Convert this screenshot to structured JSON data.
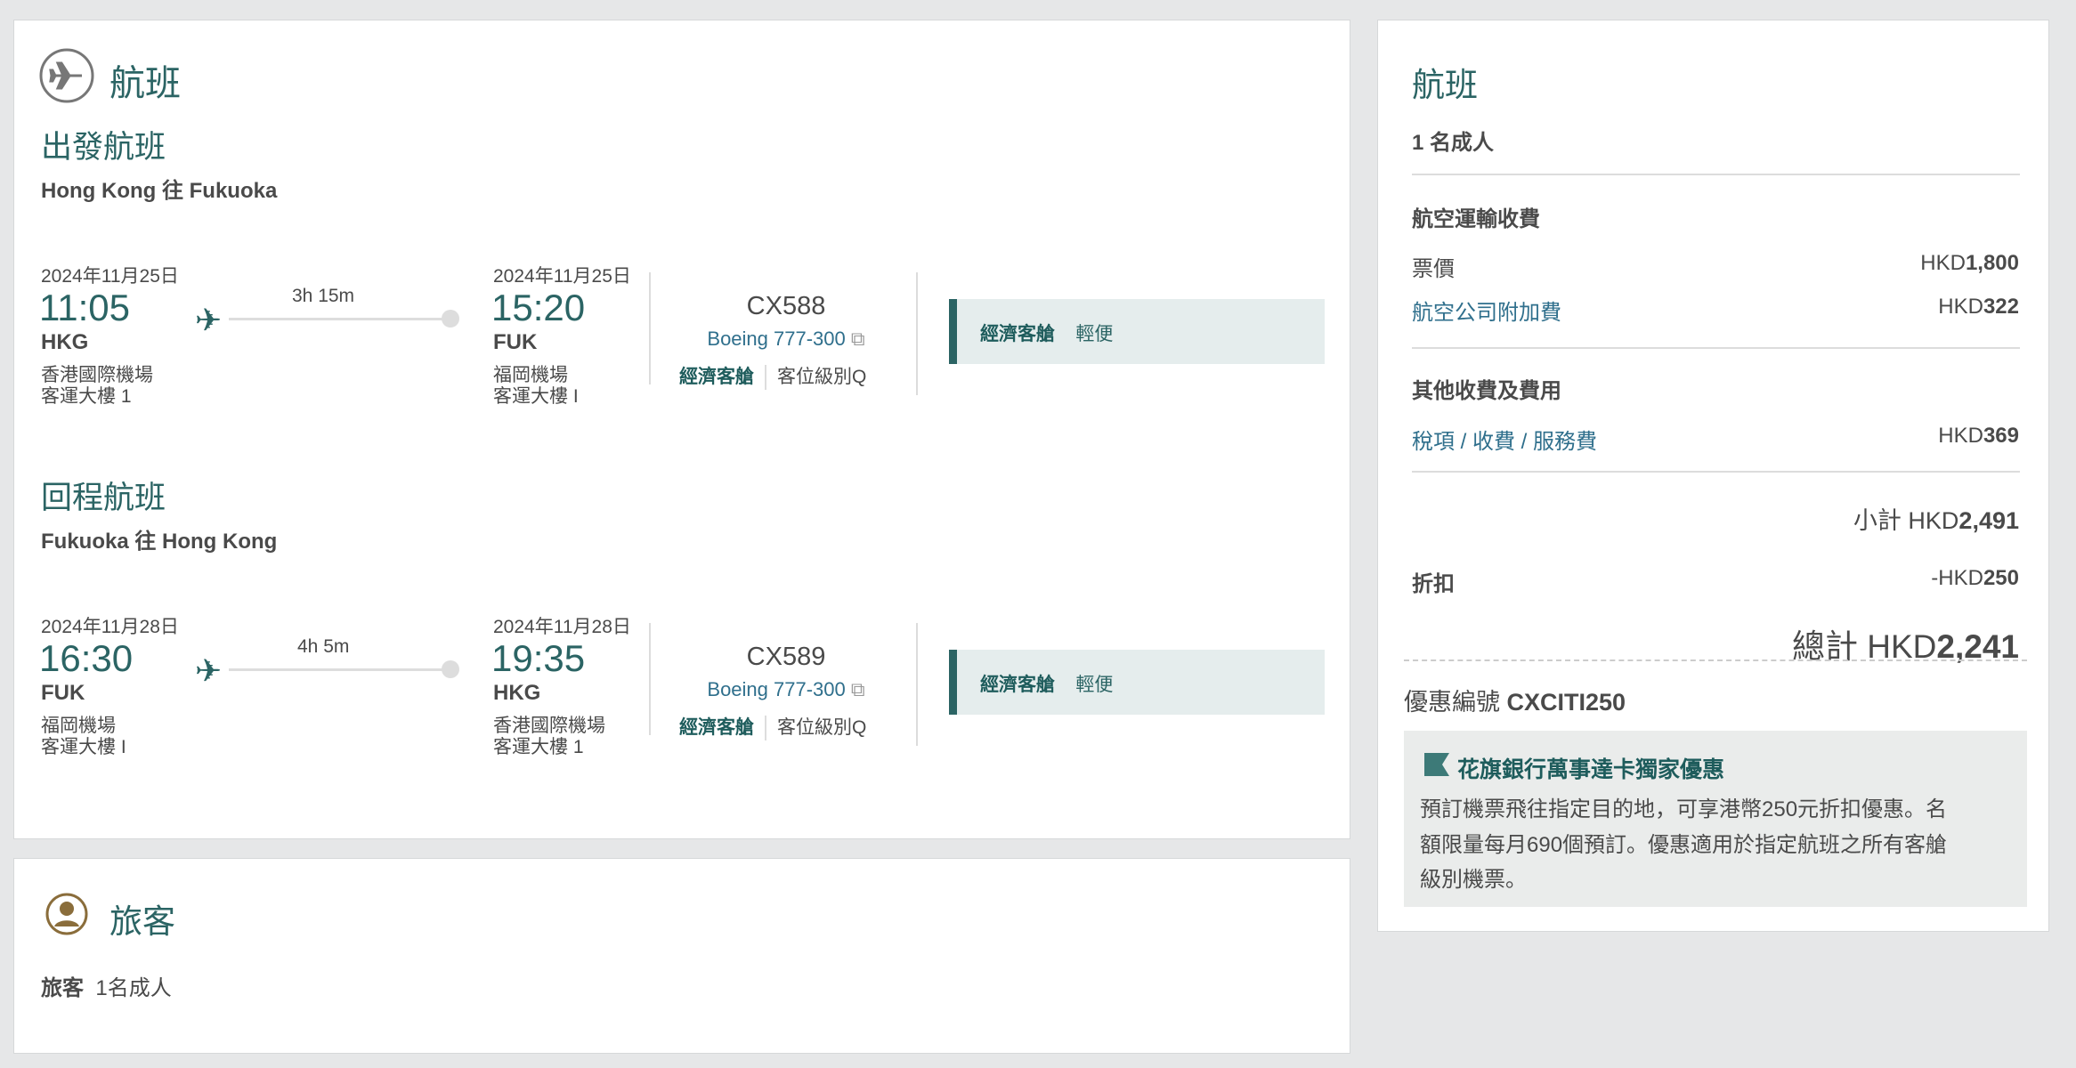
{
  "flights_card": {
    "title": "航班",
    "outbound": {
      "heading": "出發航班",
      "route": "Hong Kong 往 Fukuoka",
      "dep": {
        "date": "2024年11月25日",
        "time": "11:05",
        "code": "HKG",
        "airport": "香港國際機場",
        "terminal": "客運大樓 1"
      },
      "duration": "3h 15m",
      "arr": {
        "date": "2024年11月25日",
        "time": "15:20",
        "code": "FUK",
        "airport": "福岡機場",
        "terminal": "客運大樓 I"
      },
      "flight_no": "CX588",
      "aircraft": "Boeing 777-300",
      "cabin": "經濟客艙",
      "booking_class": "客位級別Q",
      "fare": {
        "cabin": "經濟客艙",
        "type": "輕便"
      }
    },
    "return": {
      "heading": "回程航班",
      "route": "Fukuoka 往 Hong Kong",
      "dep": {
        "date": "2024年11月28日",
        "time": "16:30",
        "code": "FUK",
        "airport": "福岡機場",
        "terminal": "客運大樓 I"
      },
      "duration": "4h 5m",
      "arr": {
        "date": "2024年11月28日",
        "time": "19:35",
        "code": "HKG",
        "airport": "香港國際機場",
        "terminal": "客運大樓 1"
      },
      "flight_no": "CX589",
      "aircraft": "Boeing 777-300",
      "cabin": "經濟客艙",
      "booking_class": "客位級別Q",
      "fare": {
        "cabin": "經濟客艙",
        "type": "輕便"
      }
    }
  },
  "travellers_card": {
    "title": "旅客",
    "label": "旅客",
    "value": "1名成人"
  },
  "summary": {
    "title": "航班",
    "passengers": "1 名成人",
    "air_section": "航空運輸收費",
    "fare_label": "票價",
    "fare_cur": "HKD",
    "fare_val": "1,800",
    "surcharge_label": "航空公司附加費",
    "surcharge_cur": "HKD",
    "surcharge_val": "322",
    "other_section": "其他收費及費用",
    "tax_label": "稅項 / 收費 / 服務費",
    "tax_cur": "HKD",
    "tax_val": "369",
    "subtotal_label": "小計 HKD",
    "subtotal_val": "2,491",
    "discount_label": "折扣",
    "discount_cur": "-HKD",
    "discount_val": "250",
    "total_label": "總計 HKD",
    "total_val": "2,241",
    "promo_label": "優惠編號",
    "promo_code": "CXCITI250",
    "promo_title": "花旗銀行萬事達卡獨家優惠",
    "promo_lines": [
      "預訂機票飛往指定目的地，可享港幣250元折扣優惠。名",
      "額限量每月690個預訂。優惠適用於指定航班之所有客艙",
      "級別機票。"
    ]
  }
}
